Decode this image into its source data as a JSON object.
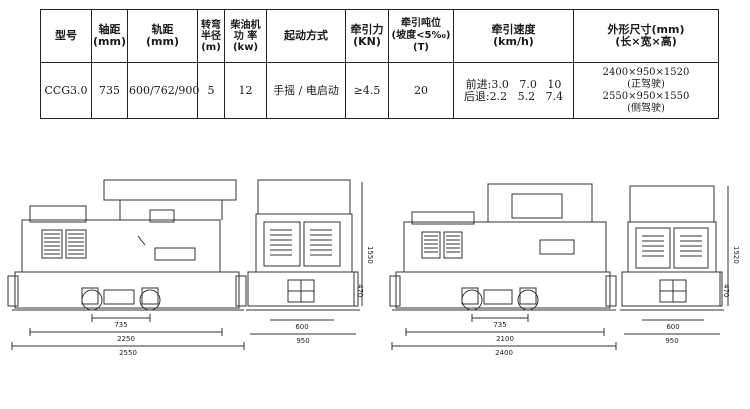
{
  "table": {
    "headers": [
      {
        "key": "model",
        "label": "型号"
      },
      {
        "key": "wheelbase",
        "label": "轴距\n(mm)"
      },
      {
        "key": "gauge",
        "label": "轨距\n(mm)"
      },
      {
        "key": "turn_radius",
        "label": "转弯\n半径\n(m)"
      },
      {
        "key": "diesel_power",
        "label": "柴油机\n功  率\n(kw)"
      },
      {
        "key": "start_method",
        "label": "起动方式"
      },
      {
        "key": "traction_force",
        "label": "牵引力\n(KN)"
      },
      {
        "key": "traction_tonnage",
        "label": "牵引吨位\n(坡度<5‰)\n(T)"
      },
      {
        "key": "speed",
        "label": "牵引速度\n(km/h)"
      },
      {
        "key": "dimensions",
        "label": "外形尺寸(mm)\n(长×宽×高)"
      }
    ],
    "row": {
      "model": "CCG3.0",
      "wheelbase": "735",
      "gauge": "600/762/900",
      "turn_radius": "5",
      "diesel_power": "12",
      "start_method": "手摇 / 电启动",
      "traction_force": "≥4.5",
      "traction_tonnage": "20",
      "speed": "前进:3.0   7.0   10\n后退:2.2   5.2   7.4",
      "dimensions": "2400×950×1520\n(正驾驶)\n2550×950×1550\n(侧驾驶)"
    }
  },
  "drawings": {
    "left": {
      "side_dims": [
        "735",
        "2250",
        "2550"
      ],
      "front_dims": [
        "1550",
        "470",
        "600",
        "950"
      ]
    },
    "right": {
      "side_dims": [
        "735",
        "2100",
        "2400"
      ],
      "front_dims": [
        "1520",
        "470",
        "600",
        "950"
      ]
    }
  }
}
